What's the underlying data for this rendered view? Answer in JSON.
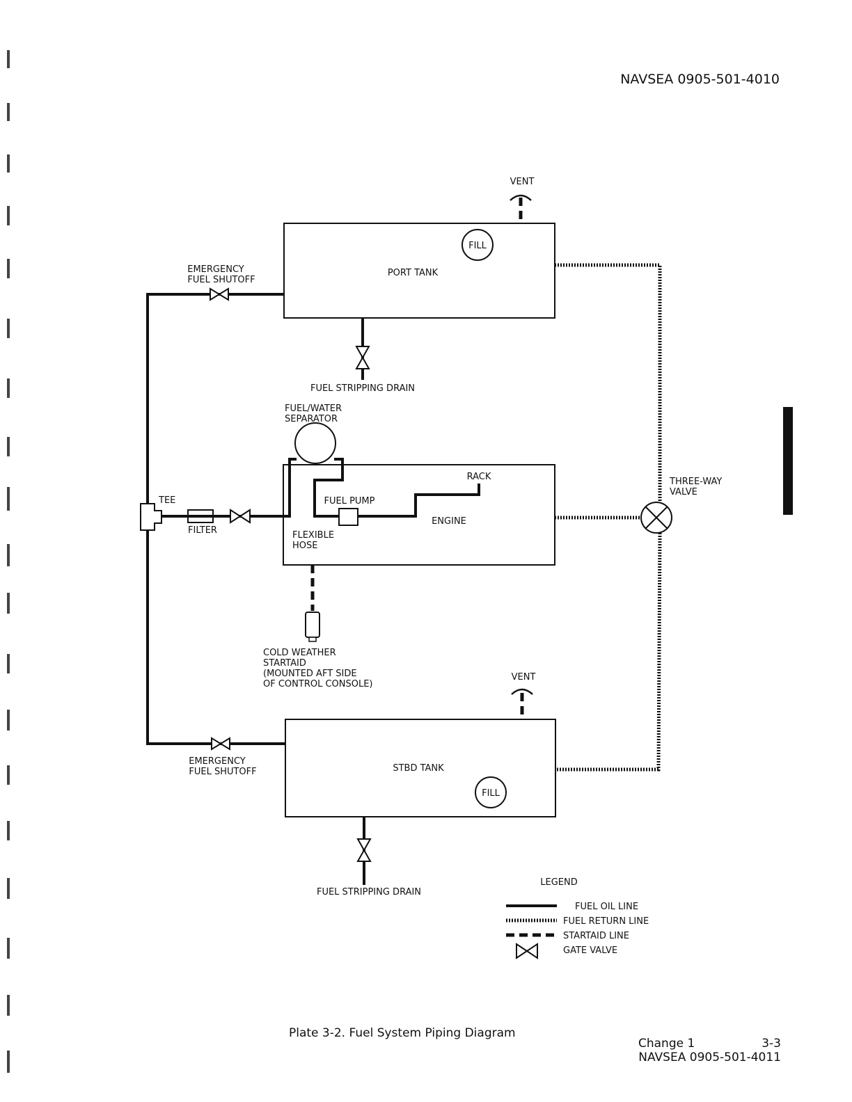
{
  "header": {
    "doc_number": "NAVSEA 0905-501-4010"
  },
  "diagram": {
    "port_tank": {
      "label": "PORT TANK",
      "fill": "FILL",
      "vent": "VENT"
    },
    "stbd_tank": {
      "label": "STBD TANK",
      "fill": "FILL",
      "vent": "VENT"
    },
    "emergency_top": {
      "line1": "EMERGENCY",
      "line2": "FUEL SHUTOFF"
    },
    "emergency_bottom": {
      "line1": "EMERGENCY",
      "line2": "FUEL SHUTOFF"
    },
    "drain_top": "FUEL STRIPPING DRAIN",
    "drain_bottom": "FUEL STRIPPING DRAIN",
    "separator": {
      "line1": "FUEL/WATER",
      "line2": "SEPARATOR"
    },
    "rack": "RACK",
    "fuel_pump": "FUEL PUMP",
    "engine": "ENGINE",
    "tee": "TEE",
    "filter": "FILTER",
    "flex_hose": {
      "line1": "FLEXIBLE",
      "line2": "HOSE"
    },
    "three_way": {
      "line1": "THREE-WAY",
      "line2": "VALVE"
    },
    "startaid": {
      "line1": "COLD WEATHER",
      "line2": "STARTAID",
      "line3": "(MOUNTED AFT SIDE",
      "line4": "OF CONTROL CONSOLE)"
    }
  },
  "legend": {
    "title": "LEGEND",
    "items": [
      {
        "style": "solid",
        "label": "FUEL OIL LINE"
      },
      {
        "style": "return",
        "label": "FUEL RETURN LINE"
      },
      {
        "style": "startaid",
        "label": "STARTAID LINE"
      },
      {
        "style": "valve",
        "label": "GATE VALVE"
      }
    ]
  },
  "footer": {
    "caption": "Plate 3-2.  Fuel System Piping Diagram",
    "change": "Change 1",
    "page": "3-3",
    "doc_number": "NAVSEA 0905-501-4011"
  }
}
